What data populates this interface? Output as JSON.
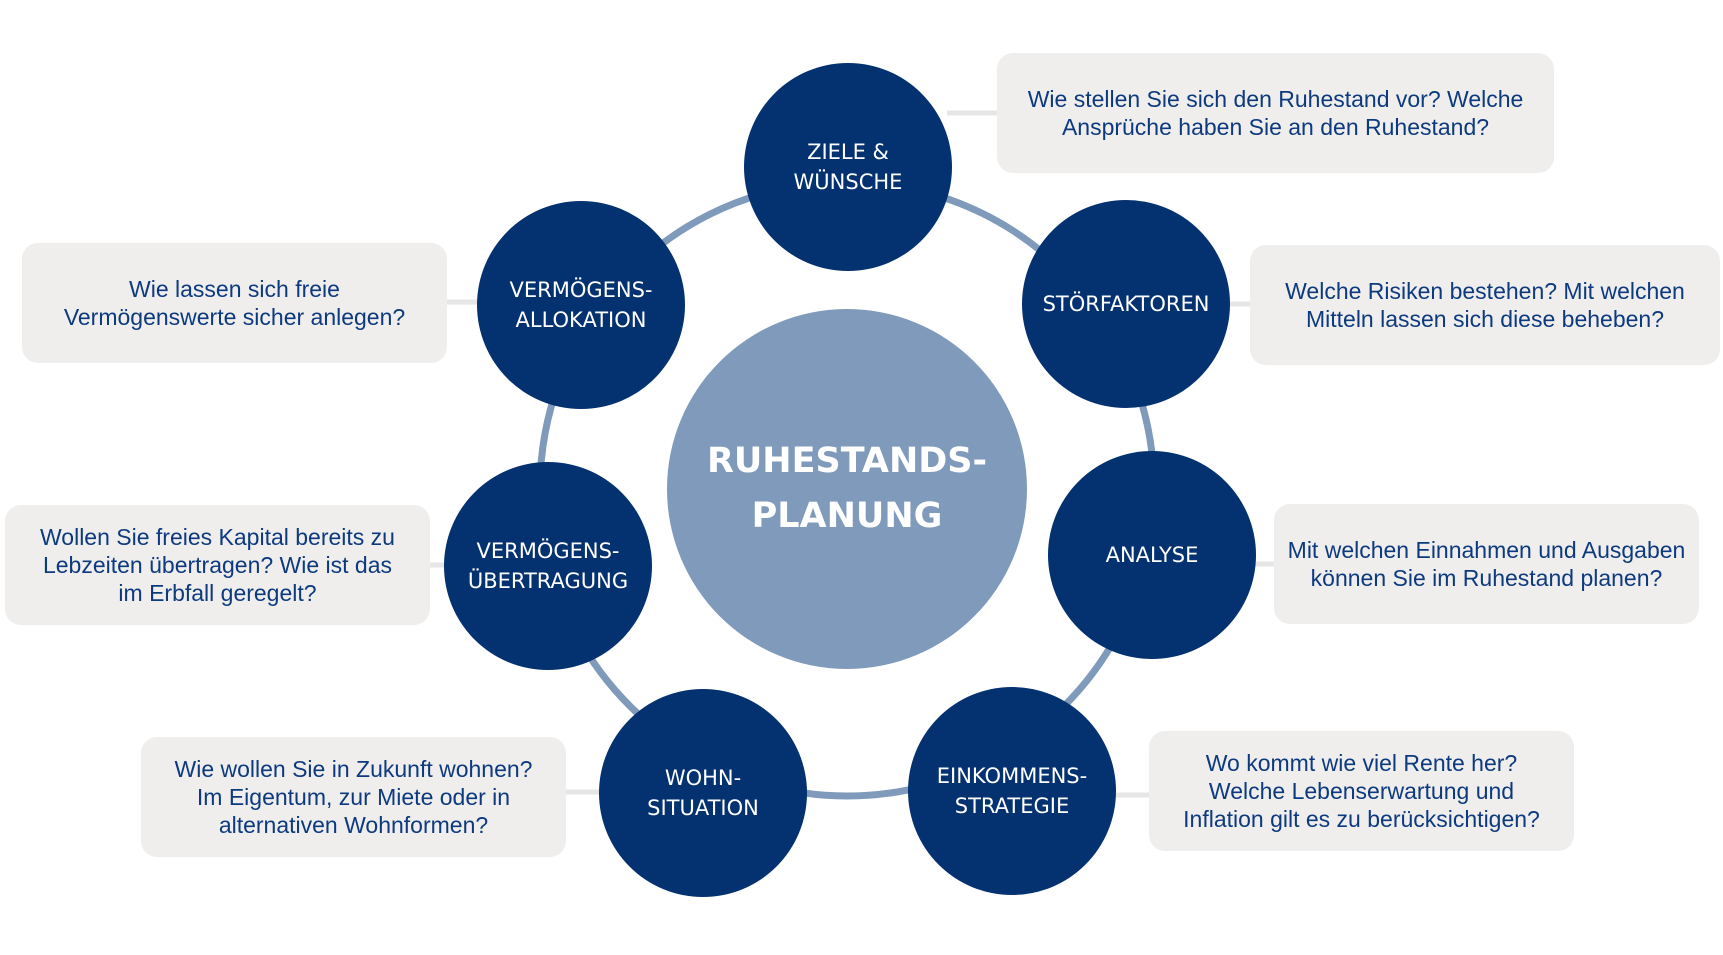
{
  "center": {
    "label": "RUHESTANDS-\nPLANUNG"
  },
  "nodes": [
    {
      "key": "ziele",
      "label": "ZIELE &\nWÜNSCHE"
    },
    {
      "key": "stoerfaktoren",
      "label": "STÖRFAKTOREN"
    },
    {
      "key": "analyse",
      "label": "ANALYSE"
    },
    {
      "key": "einkommensstrategie",
      "label": "EINKOMMENS-\nSTRATEGIE"
    },
    {
      "key": "wohnsituation",
      "label": "WOHN-\nSITUATION"
    },
    {
      "key": "vermoegensuebertragung",
      "label": "VERMÖGENS-\nÜBERTRAGUNG"
    },
    {
      "key": "vermoegensallokation",
      "label": "VERMÖGENS-\nALLOKATION"
    }
  ],
  "questions": [
    {
      "key": "ziele",
      "text": "Wie stellen Sie sich den Ruhestand vor? Welche\nAnsprüche haben Sie an den Ruhestand?"
    },
    {
      "key": "stoerfaktoren",
      "text": "Welche Risiken bestehen? Mit welchen\nMitteln lassen sich diese beheben?"
    },
    {
      "key": "analyse",
      "text": "Mit welchen Einnahmen und Ausgaben\nkönnen Sie im Ruhestand planen?"
    },
    {
      "key": "einkommensstrategie",
      "text": "Wo kommt wie viel Rente her?\nWelche Lebenserwartung und\nInflation gilt es zu berücksichtigen?"
    },
    {
      "key": "wohnsituation",
      "text": "Wie wollen Sie in Zukunft wohnen?\nIm Eigentum, zur Miete oder in\nalternativen Wohnformen?"
    },
    {
      "key": "vermoegensuebertragung",
      "text": "Wollen Sie freies Kapital bereits zu\nLebzeiten übertragen? Wie ist das\nim Erbfall geregelt?"
    },
    {
      "key": "vermoegensallokation",
      "text": "Wie lassen sich freie\nVermögenswerte sicher anlegen?"
    }
  ],
  "colors": {
    "node": "#04316f",
    "center": "#7f9aba",
    "ring": "#7f9aba",
    "box": "#efeeed",
    "question_text": "#0d3a7e"
  }
}
